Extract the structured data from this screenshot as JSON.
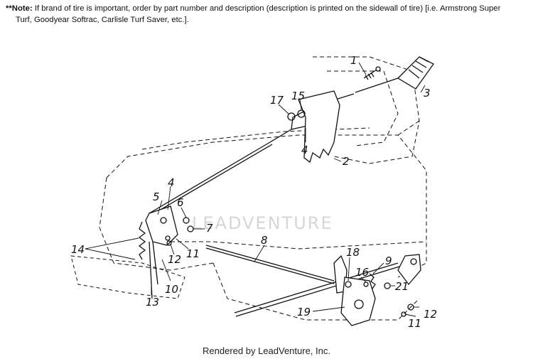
{
  "note": {
    "prefix": "**",
    "label": "Note:",
    "line1": "If brand of tire is important, order by part number and description (description is printed on the sidewall of tire) [i.e. Armstrong Super",
    "line2": "Turf, Goodyear Softrac, Carlisle Turf Saver, etc.]."
  },
  "watermark": "LEADVENTURE",
  "callouts": {
    "c1": "1",
    "c2": "2",
    "c3": "3",
    "c4a": "4",
    "c4b": "4",
    "c5": "5",
    "c6": "6",
    "c7": "7",
    "c8": "8",
    "c9": "9",
    "c10": "10",
    "c11a": "11",
    "c11b": "11",
    "c12a": "12",
    "c12b": "12",
    "c13": "13",
    "c14": "14",
    "c15": "15",
    "c16": "16",
    "c17": "17",
    "c18": "18",
    "c19": "19",
    "c21": "21"
  },
  "credit": "Rendered by LeadVenture, Inc."
}
